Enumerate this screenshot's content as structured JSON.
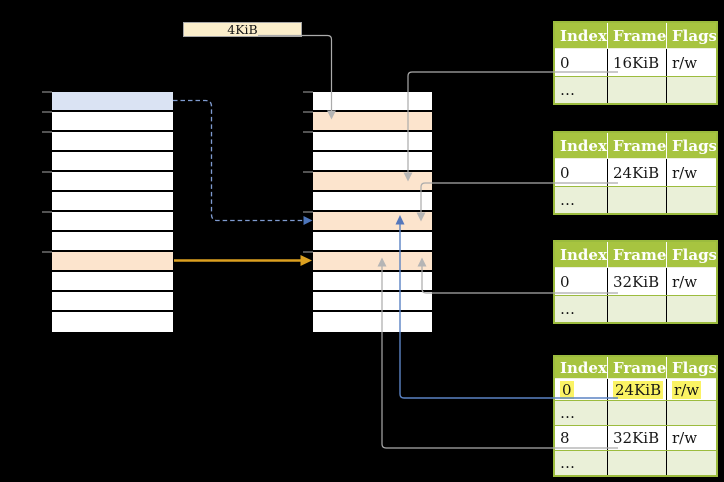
{
  "diagram": {
    "background": "#000000",
    "size_label": {
      "text": "4KiB"
    },
    "left_stack": {
      "rows": [
        "blue",
        "white",
        "white",
        "white",
        "white",
        "white",
        "white",
        "white",
        "orange",
        "white",
        "white",
        "white"
      ]
    },
    "middle_stack": {
      "rows": [
        "white",
        "orange",
        "white",
        "white",
        "orange",
        "white",
        "orange",
        "white",
        "orange",
        "white",
        "white",
        "white"
      ]
    },
    "tables": [
      {
        "headers": [
          "Index",
          "Frame",
          "Flags"
        ],
        "rows": [
          {
            "cells": [
              "0",
              "16KiB",
              "r/w"
            ]
          },
          {
            "cells": [
              "…",
              "",
              ""
            ]
          }
        ]
      },
      {
        "headers": [
          "Index",
          "Frame",
          "Flags"
        ],
        "rows": [
          {
            "cells": [
              "0",
              "24KiB",
              "r/w"
            ]
          },
          {
            "cells": [
              "…",
              "",
              ""
            ]
          }
        ]
      },
      {
        "headers": [
          "Index",
          "Frame",
          "Flags"
        ],
        "rows": [
          {
            "cells": [
              "0",
              "32KiB",
              "r/w"
            ]
          },
          {
            "cells": [
              "…",
              "",
              ""
            ]
          }
        ]
      },
      {
        "headers": [
          "Index",
          "Frame",
          "Flags"
        ],
        "rows": [
          {
            "cells": [
              "0",
              "24KiB",
              "r/w"
            ],
            "highlighted": true
          },
          {
            "cells": [
              "…",
              "",
              ""
            ]
          },
          {
            "cells": [
              "8",
              "32KiB",
              "r/w"
            ]
          },
          {
            "cells": [
              "…",
              "",
              ""
            ]
          }
        ]
      }
    ],
    "arrows": [
      {
        "from": "size label 4KiB",
        "to": "middle stack row 2",
        "style": "gray"
      },
      {
        "from": "table 1 row 0 (16KiB)",
        "to": "middle stack row 5",
        "style": "gray"
      },
      {
        "from": "table 2 row 0 (24KiB)",
        "to": "middle stack row 7",
        "style": "gray"
      },
      {
        "from": "table 3 row 0 (32KiB)",
        "to": "middle stack row 9",
        "style": "gray"
      },
      {
        "from": "left stack row 1 (blue)",
        "to": "middle stack row 7",
        "style": "blue-dashed"
      },
      {
        "from": "left stack row 9 (orange)",
        "to": "middle stack row 9",
        "style": "orange"
      },
      {
        "from": "table 4 row 0 (24KiB, highlighted)",
        "to": "middle stack row 7",
        "style": "blue"
      },
      {
        "from": "table 4 row 8 (32KiB)",
        "to": "middle stack row 9",
        "style": "gray"
      }
    ],
    "colors": {
      "background": "#000000",
      "cell_white": "#ffffff",
      "cell_blue": "#dae3f3",
      "cell_orange": "#fce4cd",
      "size_label_fill": "#fbeecb",
      "table_header_green": "#a7c440",
      "table_border_green": "#9cbc3e",
      "table_row_light_green": "#eaf0d8",
      "highlight_yellow": "#fbf364",
      "arrow_gray": "#ababab",
      "arrow_blue": "#5b83c4",
      "arrow_blue_dashed": "#7f9bd0",
      "arrow_orange": "#dca020",
      "tick_gray": "#8a8a8a"
    }
  }
}
